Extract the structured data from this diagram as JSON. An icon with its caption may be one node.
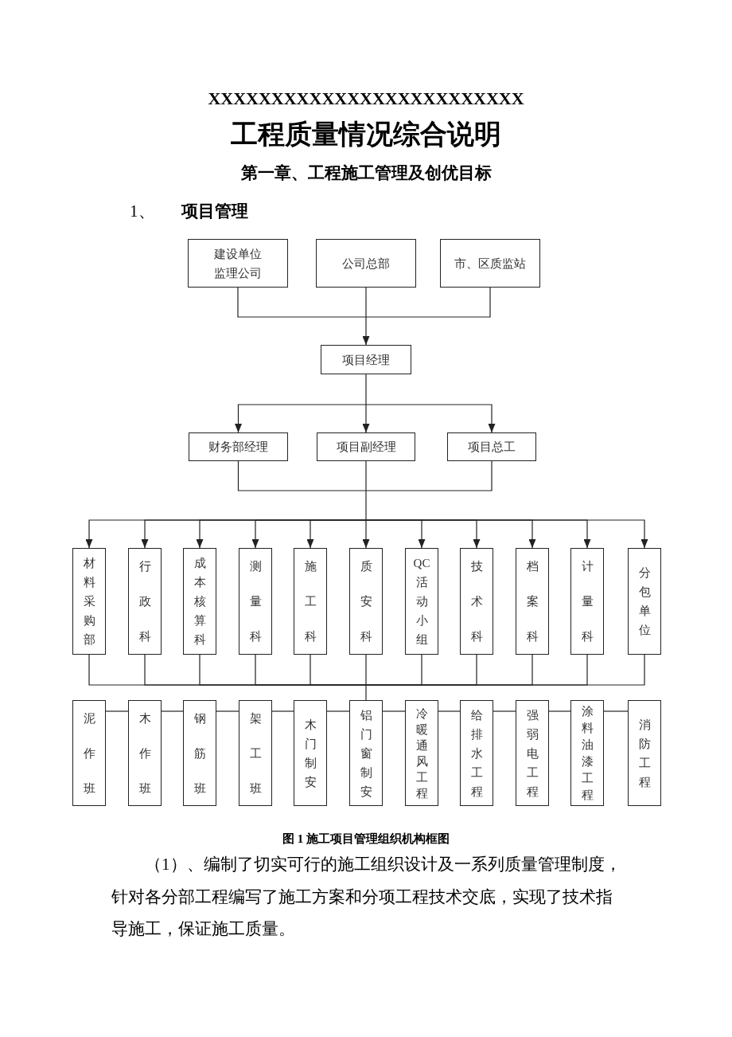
{
  "diagram": {
    "title": "工程质量情况综合说明",
    "caption": "图 1 施工项目管理组织机构框图",
    "nodes": [
      {
        "text": [
          "建设单位",
          "监理公司"
        ]
      },
      {
        "text": [
          "公司总部"
        ]
      },
      {
        "text": [
          "市、区质监站"
        ]
      },
      {
        "text": [
          "项目经理"
        ]
      },
      {
        "text": [
          "财务部经理"
        ]
      },
      {
        "text": [
          "项目副经理"
        ]
      },
      {
        "text": [
          "项目总工"
        ]
      },
      {
        "text": [
          "材料采购部"
        ]
      },
      {
        "text": [
          "行政科"
        ]
      },
      {
        "text": [
          "成本核算科"
        ]
      },
      {
        "text": [
          "测量科"
        ]
      },
      {
        "text": [
          "施工科"
        ]
      },
      {
        "text": [
          "质安科"
        ]
      },
      {
        "text": [
          "QC活动小组"
        ]
      },
      {
        "text": [
          "技术科"
        ]
      },
      {
        "text": [
          "档案科"
        ]
      },
      {
        "text": [
          "计量科"
        ]
      },
      {
        "text": [
          "分包单位"
        ]
      },
      {
        "text": [
          "泥作班"
        ]
      },
      {
        "text": [
          "木作班"
        ]
      },
      {
        "text": [
          "钢筋班"
        ]
      },
      {
        "text": [
          "架工班"
        ]
      },
      {
        "text": [
          "木门制安"
        ]
      },
      {
        "text": [
          "铝门窗制安"
        ]
      },
      {
        "text": [
          "冷暖通风工程"
        ]
      },
      {
        "text": [
          "给排水工程"
        ]
      },
      {
        "text": [
          "强弱电工程"
        ]
      },
      {
        "text": [
          "涂料油漆工程"
        ]
      },
      {
        "text": [
          "消防工程"
        ]
      }
    ],
    "edges": [
      {
        "from": 0,
        "to": 3,
        "arrow": "to"
      },
      {
        "from": 1,
        "to": 3,
        "arrow": "to"
      },
      {
        "from": 2,
        "to": 3,
        "arrow": "to"
      },
      {
        "from": 3,
        "to": 4,
        "arrow": "to"
      },
      {
        "from": 3,
        "to": 5,
        "arrow": "to"
      },
      {
        "from": 3,
        "to": 6,
        "arrow": "to"
      },
      {
        "from": 4,
        "to": 7,
        "arrow": "to"
      },
      {
        "from": 4,
        "to": 8,
        "arrow": "to"
      },
      {
        "from": 4,
        "to": 9,
        "arrow": "to"
      },
      {
        "from": 4,
        "to": 10,
        "arrow": "to"
      },
      {
        "from": 4,
        "to": 11,
        "arrow": "to"
      },
      {
        "from": 4,
        "to": 12,
        "arrow": "to"
      },
      {
        "from": 4,
        "to": 13,
        "arrow": "to"
      },
      {
        "from": 4,
        "to": 14,
        "arrow": "to"
      },
      {
        "from": 4,
        "to": 15,
        "arrow": "to"
      },
      {
        "from": 4,
        "to": 16,
        "arrow": "to"
      },
      {
        "from": 4,
        "to": 17,
        "arrow": "to"
      },
      {
        "from": 5,
        "to": 7,
        "arrow": "to"
      },
      {
        "from": 5,
        "to": 8,
        "arrow": "to"
      },
      {
        "from": 5,
        "to": 9,
        "arrow": "to"
      },
      {
        "from": 5,
        "to": 10,
        "arrow": "to"
      },
      {
        "from": 5,
        "to": 11,
        "arrow": "to"
      },
      {
        "from": 5,
        "to": 12,
        "arrow": "to"
      },
      {
        "from": 5,
        "to": 13,
        "arrow": "to"
      },
      {
        "from": 5,
        "to": 14,
        "arrow": "to"
      },
      {
        "from": 5,
        "to": 15,
        "arrow": "to"
      },
      {
        "from": 5,
        "to": 16,
        "arrow": "to"
      },
      {
        "from": 5,
        "to": 17,
        "arrow": "to"
      },
      {
        "from": 6,
        "to": 7,
        "arrow": "to"
      },
      {
        "from": 6,
        "to": 8,
        "arrow": "to"
      },
      {
        "from": 6,
        "to": 9,
        "arrow": "to"
      },
      {
        "from": 6,
        "to": 10,
        "arrow": "to"
      },
      {
        "from": 6,
        "to": 11,
        "arrow": "to"
      },
      {
        "from": 6,
        "to": 12,
        "arrow": "to"
      },
      {
        "from": 6,
        "to": 13,
        "arrow": "to"
      },
      {
        "from": 6,
        "to": 14,
        "arrow": "to"
      },
      {
        "from": 6,
        "to": 15,
        "arrow": "to"
      },
      {
        "from": 6,
        "to": 16,
        "arrow": "to"
      },
      {
        "from": 6,
        "to": 17,
        "arrow": "to"
      },
      {
        "from": 7,
        "to": 23,
        "arrow": "none"
      },
      {
        "from": 8,
        "to": 23,
        "arrow": "none"
      },
      {
        "from": 9,
        "to": 23,
        "arrow": "none"
      },
      {
        "from": 10,
        "to": 23,
        "arrow": "none"
      },
      {
        "from": 11,
        "to": 23,
        "arrow": "none"
      },
      {
        "from": 12,
        "to": 23,
        "arrow": "none"
      },
      {
        "from": 13,
        "to": 23,
        "arrow": "none"
      },
      {
        "from": 14,
        "to": 23,
        "arrow": "none"
      },
      {
        "from": 15,
        "to": 23,
        "arrow": "none"
      },
      {
        "from": 16,
        "to": 23,
        "arrow": "none"
      },
      {
        "from": 17,
        "to": 23,
        "arrow": "none"
      },
      {
        "from": 18,
        "to": 19,
        "arrow": "none"
      },
      {
        "from": 19,
        "to": 20,
        "arrow": "none"
      },
      {
        "from": 20,
        "to": 21,
        "arrow": "none"
      },
      {
        "from": 21,
        "to": 22,
        "arrow": "none"
      },
      {
        "from": 22,
        "to": 23,
        "arrow": "none"
      },
      {
        "from": 23,
        "to": 24,
        "arrow": "none"
      },
      {
        "from": 24,
        "to": 25,
        "arrow": "none"
      },
      {
        "from": 25,
        "to": 26,
        "arrow": "none"
      },
      {
        "from": 26,
        "to": 27,
        "arrow": "none"
      },
      {
        "from": 27,
        "to": 28,
        "arrow": "none"
      }
    ],
    "labels": [
      "XXXXXXXXXXXXXXXXXXXXXXXXX",
      "第一章、工程施工管理及创优目标",
      "1、",
      "项目管理",
      "（1）、编制了切实可行的施工组织设计及一系列质量管理制度，针对各分部工程编写了施工方案和分项工程技术交底，实现了技术指导施工，保证施工质量。"
    ]
  }
}
